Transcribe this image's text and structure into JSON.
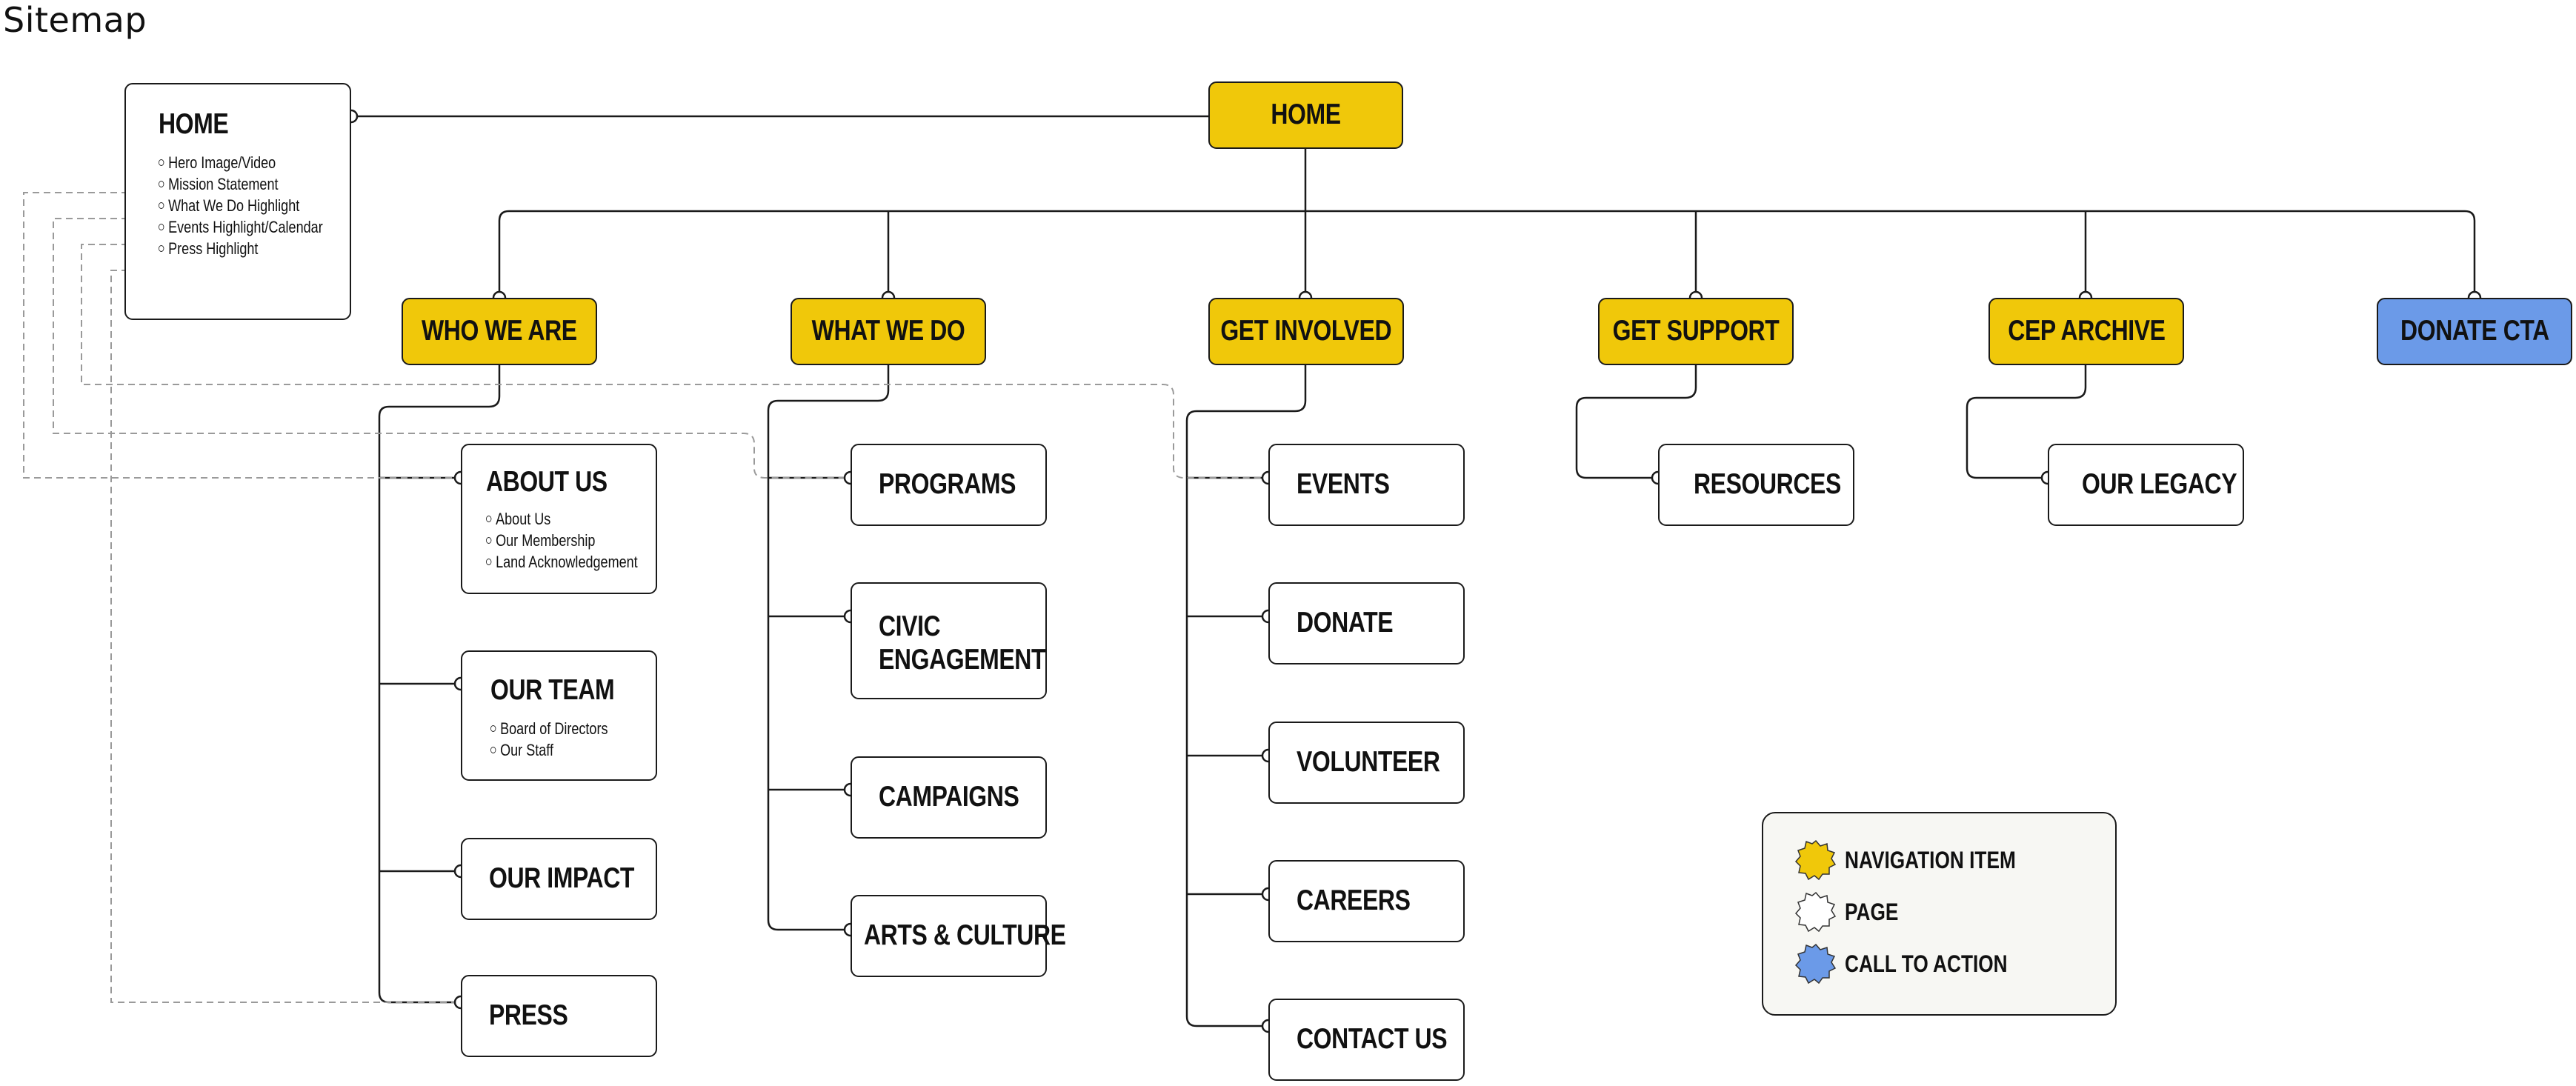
{
  "page_title": "Sitemap",
  "colors": {
    "navigation": "#f0c80a",
    "page": "#ffffff",
    "call_to_action": "#6b9ae8",
    "line": "#1a1a1a",
    "dashed": "#999999"
  },
  "home_detail": {
    "title": "HOME",
    "items": [
      "Hero Image/Video",
      "Mission Statement",
      "What We Do Highlight",
      "Events Highlight/Calendar",
      "Press Highlight"
    ]
  },
  "root": {
    "label": "HOME"
  },
  "nav": {
    "who": "WHO WE ARE",
    "what": "WHAT WE DO",
    "involved": "GET INVOLVED",
    "support": "GET SUPPORT",
    "archive": "CEP ARCHIVE",
    "donate_cta": "DONATE CTA"
  },
  "who_pages": {
    "about": {
      "title": "ABOUT US",
      "items": [
        "About Us",
        "Our Membership",
        "Land Acknowledgement"
      ]
    },
    "team": {
      "title": "OUR TEAM",
      "items": [
        "Board of Directors",
        "Our Staff"
      ]
    },
    "impact": "OUR IMPACT",
    "press": "PRESS"
  },
  "what_pages": {
    "programs": "PROGRAMS",
    "civic_1": "CIVIC",
    "civic_2": "ENGAGEMENT",
    "campaigns": "CAMPAIGNS",
    "arts": "ARTS & CULTURE"
  },
  "involved_pages": {
    "events": "EVENTS",
    "donate": "DONATE",
    "volunteer": "VOLUNTEER",
    "careers": "CAREERS",
    "contact": "CONTACT US"
  },
  "support_pages": {
    "resources": "RESOURCES"
  },
  "archive_pages": {
    "legacy": "OUR LEGACY"
  },
  "legend": {
    "navigation": {
      "label": "NAVIGATION ITEM",
      "icon": "badge-icon"
    },
    "page": {
      "label": "PAGE",
      "icon": "badge-icon"
    },
    "cta": {
      "label": "CALL TO ACTION",
      "icon": "badge-icon"
    }
  }
}
